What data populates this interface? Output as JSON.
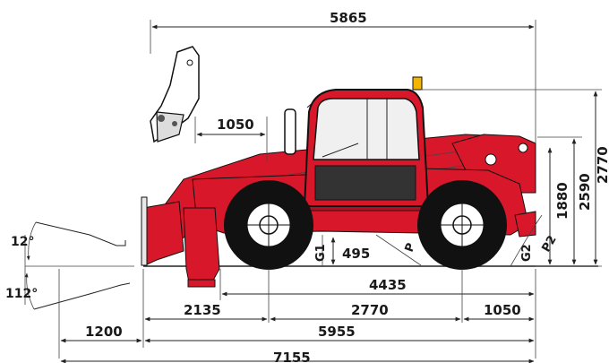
{
  "diagram": {
    "dimensions": {
      "overall_length": "5865",
      "fork_height": "1050",
      "height_overall": "2770",
      "height_cab": "2590",
      "height_frame": "1880",
      "ground_clearance": "495",
      "wheelbase_span": "4435",
      "front_overhang": "2135",
      "wheelbase": "2770",
      "rear_overhang": "1050",
      "fork_reach": "1200",
      "body_length": "5955",
      "total_length": "7155"
    },
    "angles": {
      "tilt_up": "12°",
      "tilt_down": "112°"
    },
    "labels": {
      "g1": "G1",
      "g2": "G2",
      "p": "P",
      "p2": "P2"
    },
    "colors": {
      "body_red": "#d8182a",
      "tire_black": "#111111",
      "rim_white": "#ffffff",
      "line": "#222222"
    }
  }
}
